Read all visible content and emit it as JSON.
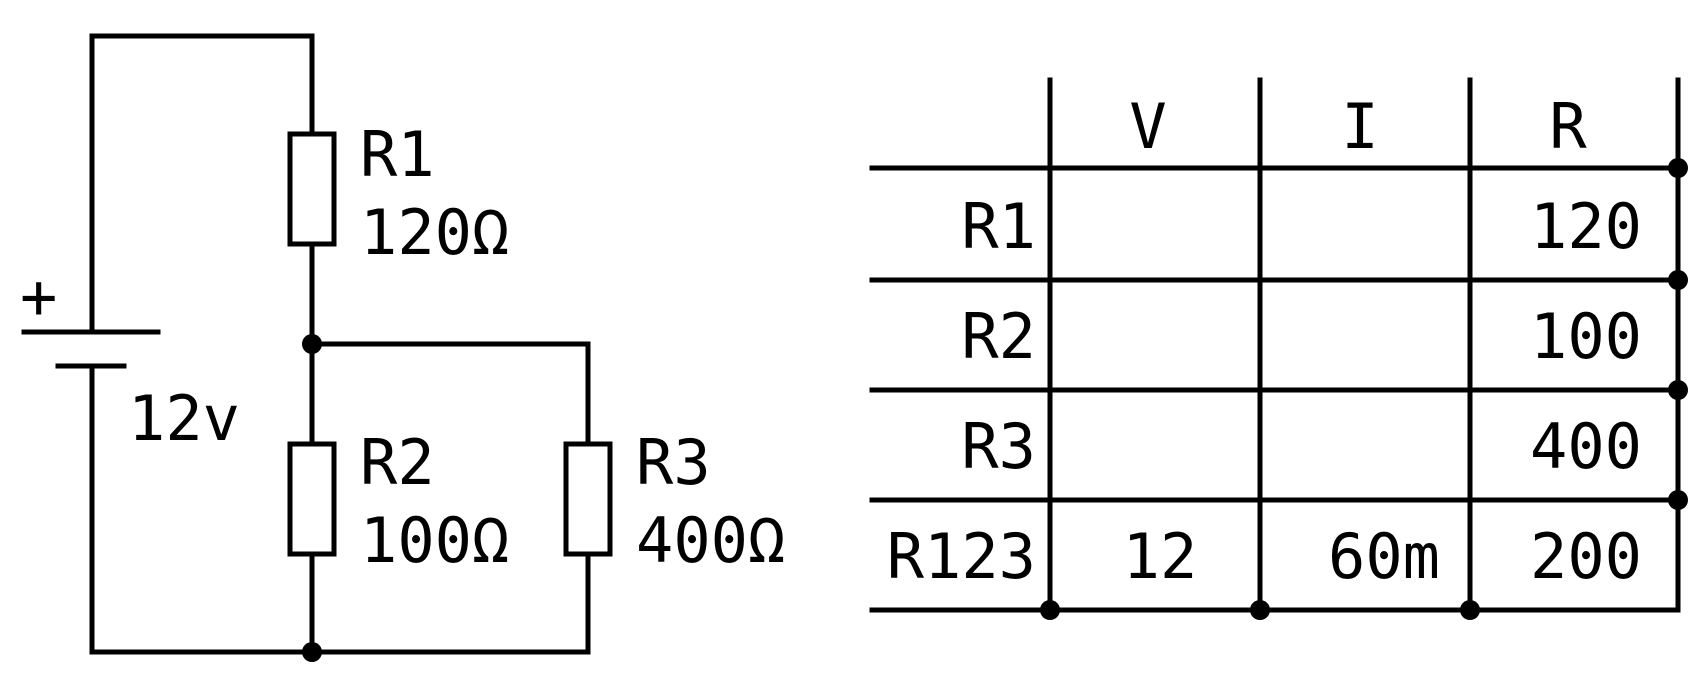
{
  "circuit": {
    "battery": {
      "polarity_symbol": "+",
      "voltage_label": "12v"
    },
    "resistors": [
      {
        "name": "R1",
        "value_label": "120Ω"
      },
      {
        "name": "R2",
        "value_label": "100Ω"
      },
      {
        "name": "R3",
        "value_label": "400Ω"
      }
    ]
  },
  "table": {
    "headers": [
      "",
      "V",
      "I",
      "R"
    ],
    "rows": [
      [
        "R1",
        "",
        "",
        "120"
      ],
      [
        "R2",
        "",
        "",
        "100"
      ],
      [
        "R3",
        "",
        "",
        "400"
      ],
      [
        "R123",
        "12",
        "60m",
        "200"
      ]
    ]
  },
  "colors": {
    "ink": "#000000",
    "background": "#ffffff"
  }
}
